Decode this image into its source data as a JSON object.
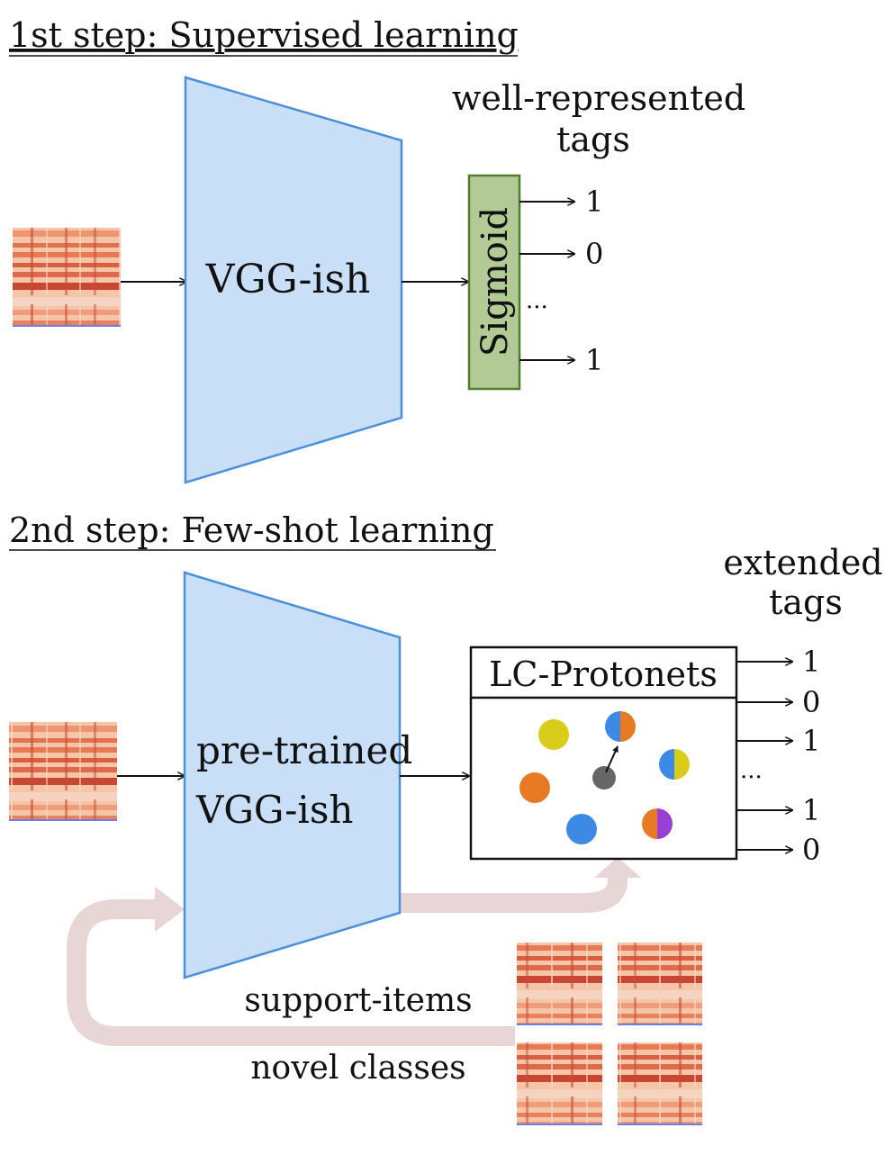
{
  "step1": {
    "title": "1st step: Supervised learning",
    "model_label": "VGG-ish",
    "activation_label": "Sigmoid",
    "output_title_line1": "well-represented",
    "output_title_line2": "tags",
    "outputs": [
      "1",
      "0",
      "1"
    ],
    "ellipsis": "..."
  },
  "step2": {
    "title": "2nd step: Few-shot learning",
    "model_label_line1": "pre-trained",
    "model_label_line2": "VGG-ish",
    "protonet_title": "LC-Protonets",
    "output_title_line1": "extended",
    "output_title_line2": "tags",
    "outputs": [
      "1",
      "0",
      "1",
      "1",
      "0"
    ],
    "ellipsis": "...",
    "support_label": "support-items",
    "novel_label": "novel classes"
  },
  "colors": {
    "model_fill": "#c9dff7",
    "model_stroke": "#4a8fd9",
    "sigmoid_fill": "#b2cb96",
    "sigmoid_stroke": "#4f7f2e",
    "blue": "#3d8ae6",
    "orange": "#e87a24",
    "yellow": "#d9cc1a",
    "purple": "#9a3fd4",
    "query": "#666666",
    "feedback_arrow": "#e8d5d5"
  }
}
